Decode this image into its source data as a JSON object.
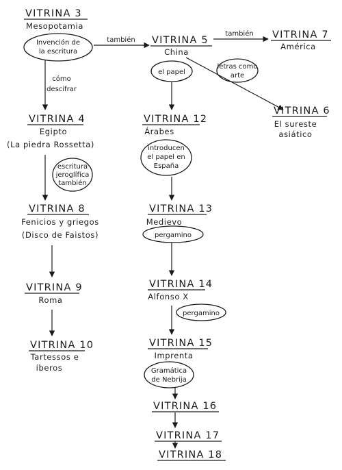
{
  "nodes": {
    "v3": {
      "title": "VITRINA 3",
      "sub": [
        "Mesopotamia"
      ]
    },
    "v5": {
      "title": "VITRINA 5",
      "sub": [
        "China"
      ]
    },
    "v7": {
      "title": "VITRINA 7",
      "sub": [
        "América"
      ]
    },
    "v6": {
      "title": "VITRINA 6",
      "sub": [
        "El sureste",
        "asiático"
      ]
    },
    "v4": {
      "title": "VITRINA 4",
      "sub": [
        "Egipto",
        "(La piedra Rossetta)"
      ]
    },
    "v12": {
      "title": "VITRINA 12",
      "sub": [
        "Árabes"
      ]
    },
    "v8": {
      "title": "VITRINA 8",
      "sub": [
        "Fenicios y griegos",
        "(Disco de Faistos)"
      ]
    },
    "v13": {
      "title": "VITRINA 13",
      "sub": [
        "Medievo"
      ]
    },
    "v9": {
      "title": "VITRINA 9",
      "sub": [
        "Roma"
      ]
    },
    "v14": {
      "title": "VITRINA 14",
      "sub": [
        "Alfonso X"
      ]
    },
    "v10": {
      "title": "VITRINA 10",
      "sub": [
        "Tartessos e",
        "íberos"
      ]
    },
    "v15": {
      "title": "VITRINA 15",
      "sub": [
        "Imprenta"
      ]
    },
    "v16": {
      "title": "VITRINA 16",
      "sub": []
    },
    "v17": {
      "title": "VITRINA 17",
      "sub": []
    },
    "v18": {
      "title": "VITRINA 18",
      "sub": []
    }
  },
  "bubbles": {
    "escritura": [
      "Invención de",
      "la escritura"
    ],
    "papel": [
      "el papel"
    ],
    "letras": [
      "letras como",
      "arte"
    ],
    "jeroglificos": [
      "escritura",
      "jeroglífica",
      "también"
    ],
    "introducen": [
      "introducen",
      "el papel en",
      "España"
    ],
    "pergamino1": [
      "pergamino"
    ],
    "pergamino2": [
      "pergamino"
    ],
    "gramatica": [
      "Gramática",
      "de Nebrija"
    ]
  },
  "labels": {
    "tambien1": "también",
    "tambien2": "también",
    "descifrar": [
      "cómo",
      "descifrar"
    ]
  }
}
